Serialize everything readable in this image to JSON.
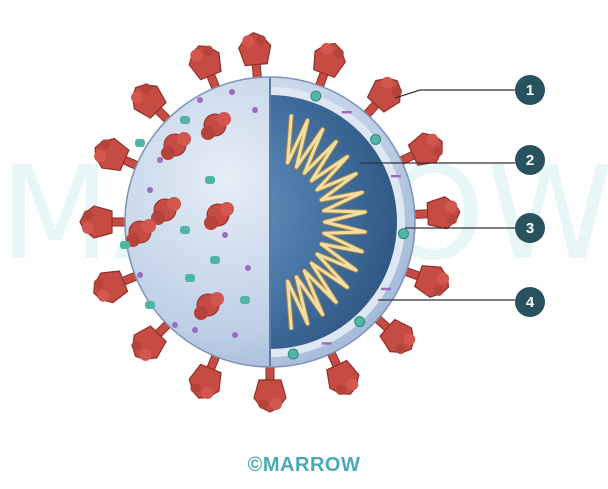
{
  "watermark": "MARROW",
  "copyright": "©MARROW",
  "labels": [
    "1",
    "2",
    "3",
    "4"
  ],
  "colors": {
    "spike": "#c64b43",
    "envelope": "#c9d8ea",
    "core": "#3e6d9a",
    "rna": "#efd89a",
    "protein_teal": "#4fb5a4",
    "protein_purple": "#9b6cc0",
    "label_bg": "#27525e"
  },
  "icons": [
    "virus-spike-protein",
    "membrane-protein",
    "envelope-protein",
    "rna-strand"
  ]
}
